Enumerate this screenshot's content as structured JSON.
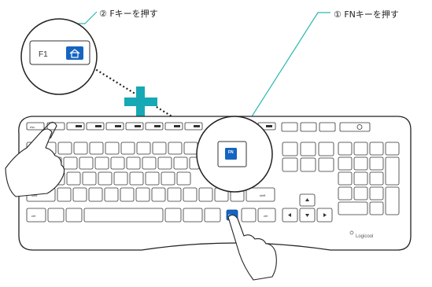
{
  "callouts": {
    "step1": "① FNキーを押す",
    "step2": "② Fキーを押す"
  },
  "zoom_keys": {
    "f1_label": "F1",
    "fn_label": "FN",
    "home_icon": "home-icon"
  },
  "keyboard": {
    "brand": "Logicool",
    "esc_label": "esc",
    "fn_key_label": "FN",
    "shift_label": "shift",
    "ctrl_label": "ctrl"
  },
  "colors": {
    "accent_blue": "#1565c0",
    "plus_cyan": "#17a8b5",
    "leader_line": "#2bb7b0",
    "key_outline": "#333333"
  }
}
